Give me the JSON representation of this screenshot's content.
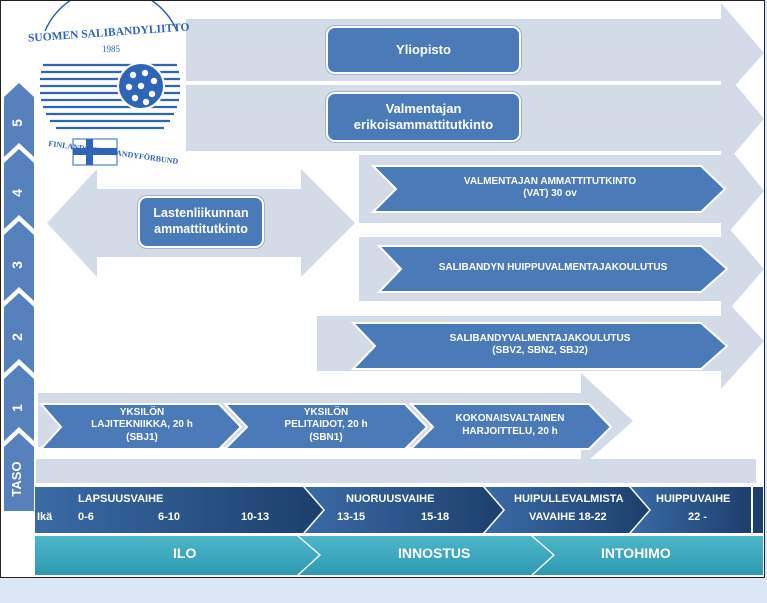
{
  "logo": {
    "name": "SUOMEN SALIBANDYLIITTO",
    "year": "1985",
    "name_swedish": "FINLANDS INNEBANDYFÖRBUND"
  },
  "taso_labels": [
    "TASO",
    "1",
    "2",
    "3",
    "4",
    "5"
  ],
  "level5": {
    "yliopisto": "Yliopisto",
    "vet_line1": "Valmentajan",
    "vet_line2": "erikoisammattitutkinto"
  },
  "level4": {
    "vat_line1": "VALMENTAJAN AMMATTITUTKINTO",
    "vat_line2": "(VAT) 30 ov",
    "lasten_line1": "Lastenliikunnan",
    "lasten_line2": "ammattitutkinto"
  },
  "level3": {
    "huippu": "SALIBANDYN HUIPPUVALMENTAJAKOULUTUS"
  },
  "level2": {
    "line1": "SALIBANDYVALMENTAJAKOULUTUS",
    "line2": "(SBV2, SBN2, SBJ2)"
  },
  "level1": [
    {
      "l1": "YKSILÖN",
      "l2": "LAJITEKNIIKKA, 20 h",
      "l3": "(SBJ1)"
    },
    {
      "l1": "YKSILÖN",
      "l2": "PELITAIDOT, 20 h",
      "l3": "(SBN1)"
    },
    {
      "l1": "KOKONAISVALTAINEN",
      "l2": "HARJOITTELU, 20 h",
      "l3": ""
    }
  ],
  "stages": {
    "ika": "Ikä",
    "lapsuus": "LAPSUUSVAIHE",
    "nuoruus": "NUORUUSVAIHE",
    "huipulle_line1": "HUIPULLEVALMISTA",
    "huipulle_line2": "VAVAIHE 18-22",
    "huippu": "HUIPPUVAIHE",
    "ages": [
      "0-6",
      "6-10",
      "10-13",
      "13-15",
      "15-18",
      "22 -"
    ]
  },
  "bottom": [
    "ILO",
    "INNOSTUS",
    "INTOHIMO"
  ],
  "colors": {
    "arrow_light": "#d3dbe8",
    "box_blue": "#4a7ab8",
    "taso_blue": "#5681bd",
    "stage_dark": "#1c3f6c",
    "stage_light": "#3a6aa6",
    "teal": "#3aa7bd"
  }
}
